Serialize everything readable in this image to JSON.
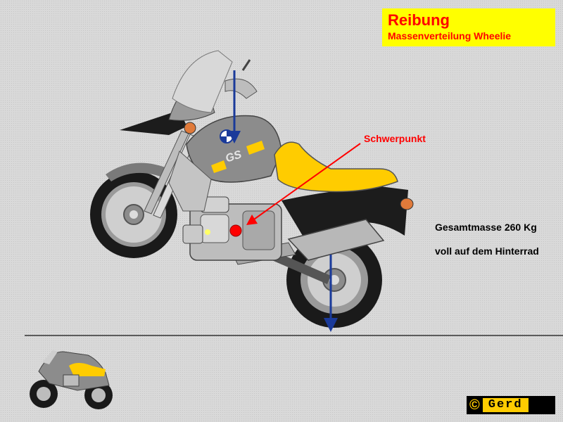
{
  "title": {
    "main": "Reibung",
    "subtitle": "Massenverteilung Wheelie"
  },
  "labels": {
    "center_of_gravity": "Schwerpunkt",
    "total_mass": "Gesamtmasse 260 Kg",
    "rear_wheel": "voll auf dem Hinterrad"
  },
  "tank_logo": "GS",
  "copyright": {
    "symbol": "©",
    "name": "Gerd"
  },
  "colors": {
    "title_background": "#ffff00",
    "title_text": "#ff0000",
    "arrow_force": "#1a3a9a",
    "arrow_cog": "#ff0000",
    "seat": "#ffcc00",
    "body_grey": "#8c8c8c"
  },
  "icons": [
    "motorcycle-illustration",
    "motorcycle-thumbnail-icon",
    "copyright-icon"
  ]
}
